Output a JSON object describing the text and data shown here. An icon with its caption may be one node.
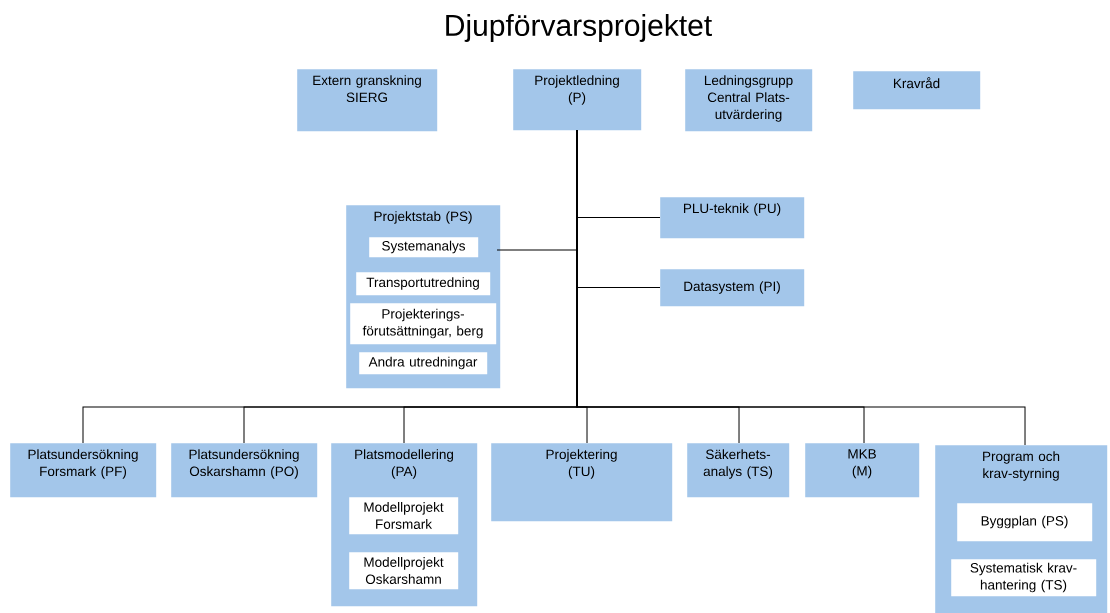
{
  "diagram": {
    "title": "Djupförvarsprojektet",
    "nodes": [
      {
        "text": [
          "Extern granskning SIERG"
        ]
      },
      {
        "text": [
          "Projektledning (P)"
        ]
      },
      {
        "text": [
          "Ledningsgrupp Central Plats-utvärdering"
        ]
      },
      {
        "text": [
          "Kravråd"
        ]
      },
      {
        "text": [
          "Projektstab  (PS)"
        ]
      },
      {
        "text": [
          "Systemanalys"
        ],
        "in": 4
      },
      {
        "text": [
          "Transportutredning"
        ],
        "in": 4
      },
      {
        "text": [
          "Projekterings-förutsättningar, berg"
        ],
        "in": 4
      },
      {
        "text": [
          "Andra utredningar"
        ],
        "in": 4
      },
      {
        "text": [
          "PLU-teknik (PU)"
        ]
      },
      {
        "text": [
          "Datasystem  (PI)"
        ]
      },
      {
        "text": [
          "Platsundersökning Forsmark (PF)"
        ]
      },
      {
        "text": [
          "Platsundersökning Oskarshamn (PO)"
        ]
      },
      {
        "text": [
          "Platsmodellering (PA)"
        ]
      },
      {
        "text": [
          "Modellprojekt Forsmark"
        ],
        "in": 13
      },
      {
        "text": [
          "Modellprojekt Oskarshamn"
        ],
        "in": 13
      },
      {
        "text": [
          "Projektering (TU)"
        ]
      },
      {
        "text": [
          "Säkerhets-analys (TS)"
        ]
      },
      {
        "text": [
          "MKB (M)"
        ]
      },
      {
        "text": [
          "Program och krav-styrning"
        ]
      },
      {
        "text": [
          "Byggplan (PS)"
        ],
        "in": 19
      },
      {
        "text": [
          "Systematisk krav-hantering (TS)"
        ],
        "in": 19
      }
    ],
    "edges": [
      {
        "from": 1,
        "to": 4,
        "arrow": "none"
      },
      {
        "from": 1,
        "to": 9,
        "arrow": "none"
      },
      {
        "from": 1,
        "to": 10,
        "arrow": "none"
      },
      {
        "from": 1,
        "to": 11,
        "arrow": "none"
      },
      {
        "from": 1,
        "to": 12,
        "arrow": "none"
      },
      {
        "from": 1,
        "to": 13,
        "arrow": "none"
      },
      {
        "from": 1,
        "to": 16,
        "arrow": "none"
      },
      {
        "from": 1,
        "to": 17,
        "arrow": "none"
      },
      {
        "from": 1,
        "to": 18,
        "arrow": "none"
      },
      {
        "from": 1,
        "to": 19,
        "arrow": "none"
      }
    ]
  }
}
